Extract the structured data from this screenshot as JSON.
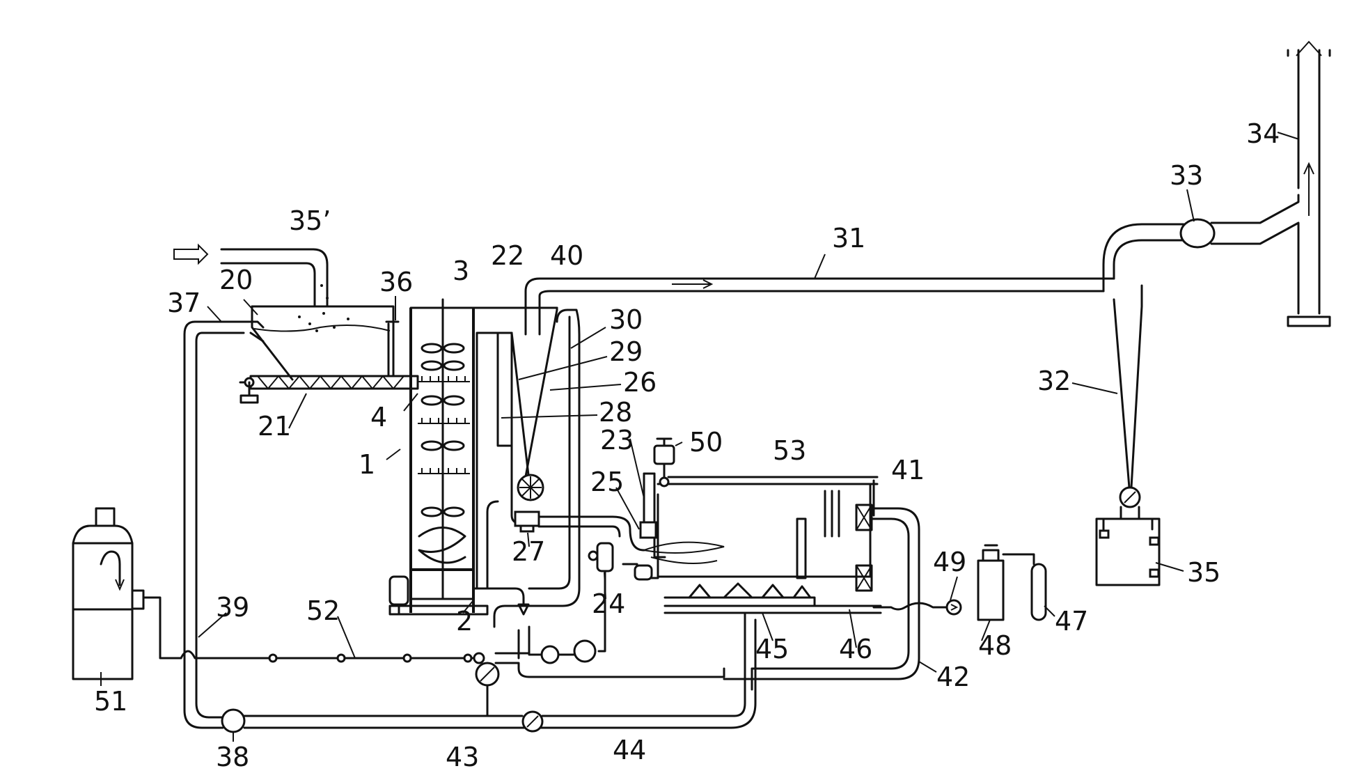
{
  "labels": {
    "l1": "1",
    "l2": "2",
    "l3": "3",
    "l4": "4",
    "l20": "20",
    "l21": "21",
    "l22": "22",
    "l23": "23",
    "l24": "24",
    "l25": "25",
    "l26": "26",
    "l27": "27",
    "l28": "28",
    "l29": "29",
    "l30": "30",
    "l31": "31",
    "l32": "32",
    "l33": "33",
    "l34": "34",
    "l35": "35",
    "l35p": "35’",
    "l36": "36",
    "l37": "37",
    "l38": "38",
    "l39": "39",
    "l40": "40",
    "l41": "41",
    "l42": "42",
    "l43": "43",
    "l44": "44",
    "l45": "45",
    "l46": "46",
    "l47": "47",
    "l48": "48",
    "l49": "49",
    "l50": "50",
    "l51": "51",
    "l52": "52",
    "l53": "53"
  }
}
